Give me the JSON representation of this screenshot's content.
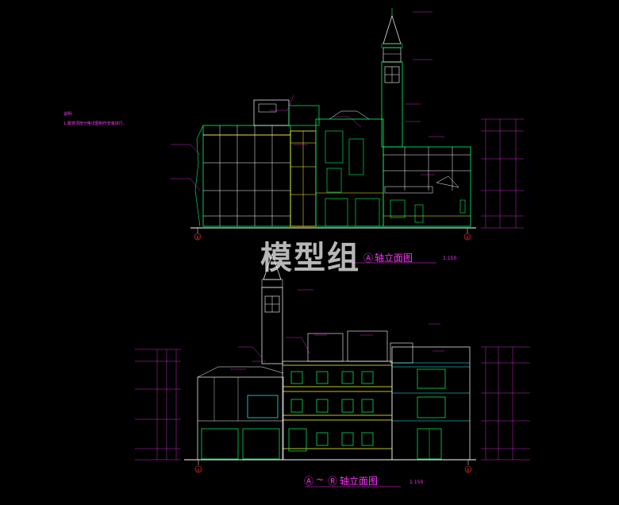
{
  "watermark": "模型组",
  "notes": {
    "heading": "说明:",
    "line1": "1.幕墙须按分格详图制作安装进行。"
  },
  "elevation_top": {
    "title_circle": "Ⓐ",
    "title_text": "轴立面图",
    "scale": "1:150",
    "axis_left": "Ⓡ",
    "axis_right": "Ⓐ"
  },
  "elevation_bottom": {
    "title_circle_a": "Ⓐ",
    "title_tilde": "~",
    "title_circle_b": "Ⓡ",
    "title_text": "轴立面图",
    "scale": "1:150",
    "axis_left": "Ⓐ",
    "axis_right": "Ⓡ"
  },
  "colors": {
    "background": "#000000",
    "wall_lines": "#00ff66",
    "glass_lines": "#ffffff",
    "accent_lines": "#ffff33",
    "cyan_lines": "#33ffff",
    "annotation": "#ff33ff",
    "axis": "#ff3333"
  }
}
